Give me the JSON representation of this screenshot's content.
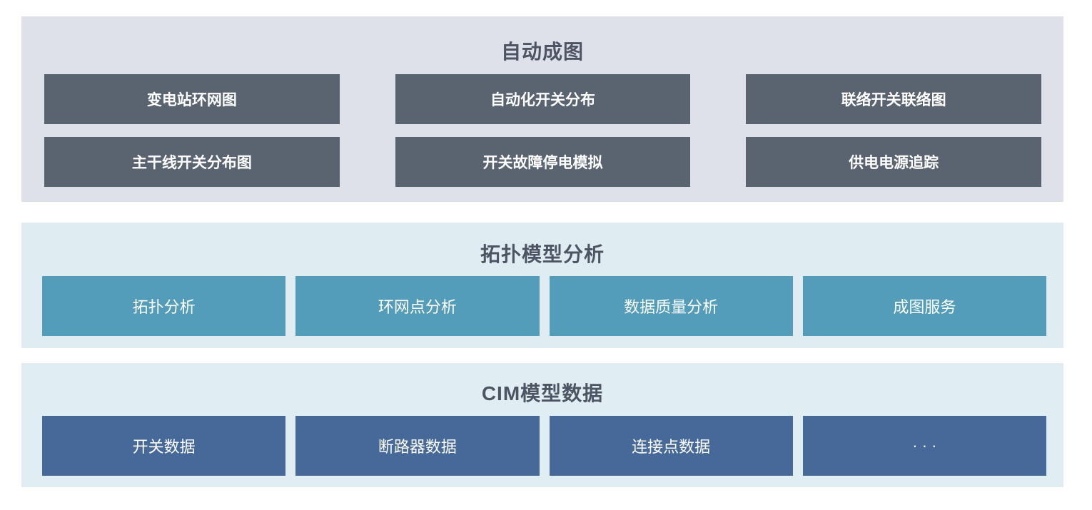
{
  "sections": [
    {
      "title": "自动成图",
      "panel_bg": "#dee1ea",
      "box_bg": "#5a6370",
      "items": [
        "变电站环网图",
        "自动化开关分布",
        "联络开关联络图",
        "主干线开关分布图",
        "开关故障停电模拟",
        "供电电源追踪"
      ]
    },
    {
      "title": "拓扑模型分析",
      "panel_bg": "#dfecf2",
      "box_bg": "#539dba",
      "items": [
        "拓扑分析",
        "环网点分析",
        "数据质量分析",
        "成图服务"
      ]
    },
    {
      "title": "CIM模型数据",
      "panel_bg": "#e0edf3",
      "box_bg": "#46699a",
      "items": [
        "开关数据",
        "断路器数据",
        "连接点数据",
        "· · ·"
      ]
    }
  ],
  "colors": {
    "page_bg": "#ffffff",
    "title_text": "#4d5564",
    "box_text": "#ffffff"
  }
}
